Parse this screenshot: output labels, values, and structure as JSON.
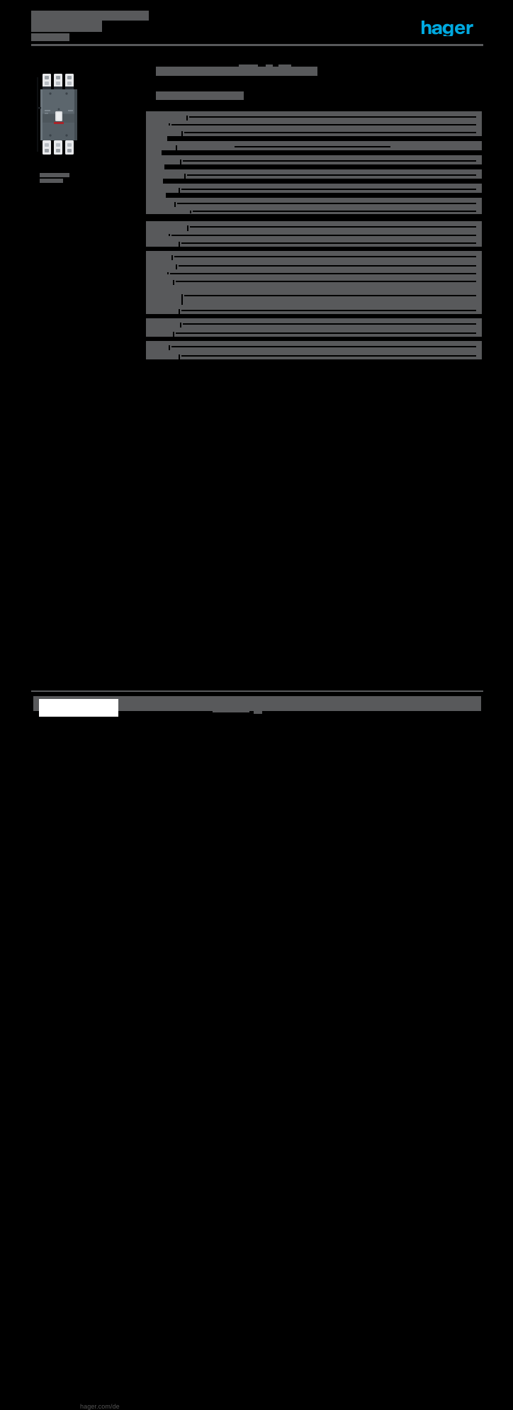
{
  "document": {
    "kind": "product-datasheet",
    "background_color": "#000000",
    "redaction_color": "#58595b",
    "brand_color": "#00a9e0"
  },
  "header": {
    "title_line_1": "",
    "title_line_2": "",
    "title_line_3": "",
    "logo": {
      "name": "hager",
      "text": "hager",
      "color": "#00a9e0"
    }
  },
  "product": {
    "image_name": "moulded-case-circuit-breaker",
    "caption_line_1": "",
    "caption_line_2": ""
  },
  "main": {
    "doc_title": "",
    "doc_subtitle": "",
    "table": {
      "groups": [
        {
          "name": "group-1",
          "rows": [
            {
              "label": "",
              "value": "",
              "h": 13,
              "filled": true,
              "label_w": 55,
              "val_x": 0,
              "val_w": 0
            },
            {
              "label": "",
              "value": "",
              "h": 9,
              "filled": true,
              "label_w": 30,
              "val_x": 0,
              "val_w": 0
            },
            {
              "label": "",
              "value": "",
              "h": 13,
              "filled": true,
              "label_w": 48,
              "val_x": 0,
              "val_w": 0
            },
            {
              "label": "",
              "value": "",
              "h": 7,
              "filled": false,
              "label_w": 30,
              "val_x": 0,
              "val_w": 0
            },
            {
              "label": "",
              "value": "",
              "h": 13,
              "filled": true,
              "label_w": 40,
              "val_x": 125,
              "val_w": 220
            },
            {
              "label": "",
              "value": "",
              "h": 7,
              "filled": false,
              "label_w": 22,
              "val_x": 0,
              "val_w": 0
            },
            {
              "label": "",
              "value": "",
              "h": 13,
              "filled": true,
              "label_w": 46,
              "val_x": 0,
              "val_w": 0
            },
            {
              "label": "",
              "value": "",
              "h": 7,
              "filled": false,
              "label_w": 26,
              "val_x": 0,
              "val_w": 0
            },
            {
              "label": "",
              "value": "",
              "h": 13,
              "filled": true,
              "label_w": 52,
              "val_x": 0,
              "val_w": 0
            },
            {
              "label": "",
              "value": "",
              "h": 7,
              "filled": false,
              "label_w": 24,
              "val_x": 0,
              "val_w": 0
            },
            {
              "label": "",
              "value": "",
              "h": 13,
              "filled": true,
              "label_w": 44,
              "val_x": 0,
              "val_w": 0
            },
            {
              "label": "",
              "value": "",
              "h": 7,
              "filled": false,
              "label_w": 28,
              "val_x": 0,
              "val_w": 0
            },
            {
              "label": "",
              "value": "",
              "h": 13,
              "filled": true,
              "label_w": 38,
              "val_x": 0,
              "val_w": 0
            },
            {
              "label": "",
              "value": "",
              "h": 10,
              "filled": true,
              "label_w": 60,
              "val_x": 0,
              "val_w": 0
            }
          ]
        },
        {
          "name": "group-2",
          "rows": [
            {
              "label": "",
              "value": "",
              "h": 14,
              "filled": true,
              "label_w": 56,
              "val_x": 0,
              "val_w": 0
            },
            {
              "label": "",
              "value": "",
              "h": 9,
              "filled": true,
              "label_w": 30,
              "val_x": 0,
              "val_w": 0
            },
            {
              "label": "",
              "value": "",
              "h": 13,
              "filled": true,
              "label_w": 44,
              "val_x": 0,
              "val_w": 0
            }
          ]
        },
        {
          "name": "group-3",
          "rows": [
            {
              "label": "",
              "value": "",
              "h": 13,
              "filled": true,
              "label_w": 34,
              "val_x": 0,
              "val_w": 0
            },
            {
              "label": "",
              "value": "",
              "h": 13,
              "filled": true,
              "label_w": 40,
              "val_x": 0,
              "val_w": 0
            },
            {
              "label": "",
              "value": "",
              "h": 9,
              "filled": true,
              "label_w": 28,
              "val_x": 0,
              "val_w": 0
            },
            {
              "label": "",
              "value": "",
              "h": 13,
              "filled": true,
              "label_w": 36,
              "val_x": 0,
              "val_w": 0
            },
            {
              "label": "",
              "value": "",
              "h": 28,
              "filled": true,
              "label_w": 48,
              "val_x": 0,
              "val_w": 0
            },
            {
              "label": "",
              "value": "",
              "h": 13,
              "filled": true,
              "label_w": 44,
              "val_x": 0,
              "val_w": 0
            }
          ]
        },
        {
          "name": "group-4",
          "rows": [
            {
              "label": "",
              "value": "",
              "h": 13,
              "filled": true,
              "label_w": 46,
              "val_x": 0,
              "val_w": 0
            },
            {
              "label": "",
              "value": "",
              "h": 13,
              "filled": true,
              "label_w": 36,
              "val_x": 0,
              "val_w": 0
            }
          ]
        },
        {
          "name": "group-5",
          "rows": [
            {
              "label": "",
              "value": "",
              "h": 13,
              "filled": true,
              "label_w": 30,
              "val_x": 0,
              "val_w": 0
            },
            {
              "label": "",
              "value": "",
              "h": 13,
              "filled": true,
              "label_w": 44,
              "val_x": 0,
              "val_w": 0
            }
          ]
        }
      ]
    }
  },
  "footer": {
    "url": "hager.com/de",
    "center_text_1": "",
    "center_text_2": "",
    "page_number": ""
  }
}
